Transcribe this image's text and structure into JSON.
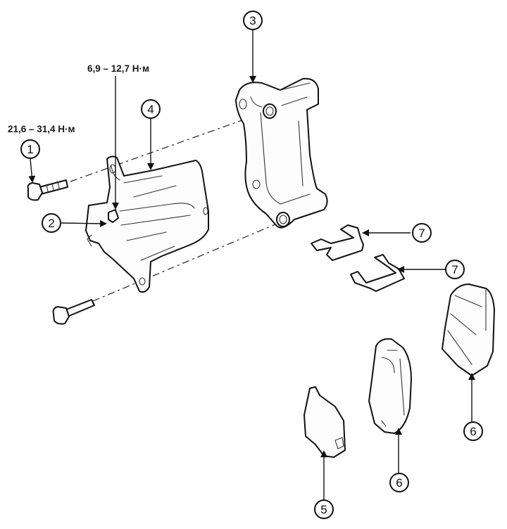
{
  "diagram": {
    "title": "Brake caliper assembly – exploded view",
    "torque_specs": [
      {
        "id": "torque-guide-pin",
        "text": "6,9 – 12,7 Н·м",
        "applies_to": "2"
      },
      {
        "id": "torque-bracket-bolt",
        "text": "21,6 – 31,4 Н·м",
        "applies_to": "1"
      }
    ],
    "callouts": [
      {
        "number": "1",
        "part": "bracket-mounting-bolt"
      },
      {
        "number": "2",
        "part": "bleeder-screw"
      },
      {
        "number": "3",
        "part": "caliper-bracket"
      },
      {
        "number": "4",
        "part": "caliper-body"
      },
      {
        "number": "5",
        "part": "pad-shim"
      },
      {
        "number": "6",
        "part": "inner-brake-pad"
      },
      {
        "number": "6",
        "part": "outer-brake-pad"
      },
      {
        "number": "7",
        "part": "upper-pad-retaining-clip"
      },
      {
        "number": "7",
        "part": "lower-pad-retaining-clip"
      }
    ]
  }
}
